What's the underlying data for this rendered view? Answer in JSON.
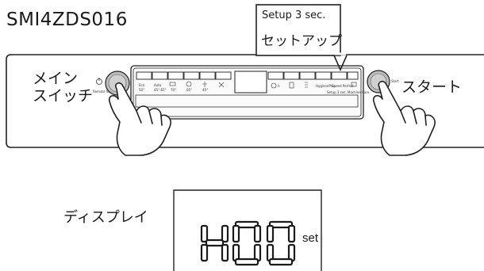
{
  "model": "SMI4ZDS016",
  "setup_callout": {
    "line1": "Setup 3 sec.",
    "line2": "セットアップ"
  },
  "main_switch_label": {
    "line1": "メイン",
    "line2": "スイッチ"
  },
  "start_label": "スタート",
  "display_label": "ディスプレイ",
  "display_digits": "H00",
  "display_suffix": "set",
  "panel": {
    "power_caption": "Remote Start",
    "start_caption": "Start",
    "program_buttons": [
      {
        "top": "Eco",
        "bottom": "50°"
      },
      {
        "top": "Auto",
        "bottom": "45°-65°"
      },
      {
        "top": "",
        "bottom": "70°"
      },
      {
        "top": "",
        "bottom": "65°"
      },
      {
        "top": "",
        "bottom": "45°"
      },
      {
        "top": "",
        "bottom": ""
      }
    ],
    "option_buttons": [
      {
        "bottom": "h"
      },
      {
        "bottom": ""
      },
      {
        "bottom": ""
      },
      {
        "bottom": "HygienePlus"
      },
      {
        "bottom": "Speed Perfect"
      },
      {
        "bottom": ""
      }
    ],
    "strip_caption": "Setup 3 sec.   Machine Care"
  }
}
